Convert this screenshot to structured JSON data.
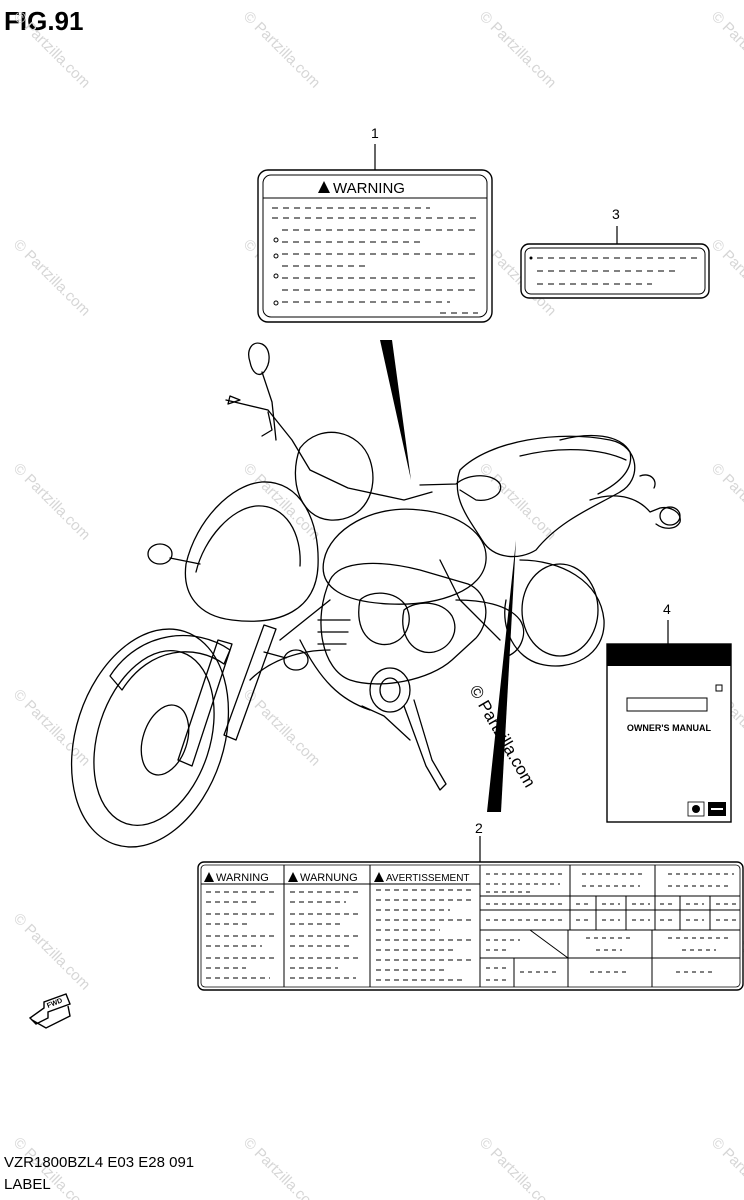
{
  "figure": {
    "title": "FIG.91",
    "code": "VZR1800BZL4  E03  E28  091",
    "caption": "LABEL"
  },
  "callouts": [
    "1",
    "2",
    "3",
    "4"
  ],
  "label1": {
    "heading": "WARNING"
  },
  "label2": {
    "headings": [
      "WARNING",
      "WARNUNG",
      "AVERTISSEMENT"
    ]
  },
  "label4": {
    "heading": "OWNER'S MANUAL"
  },
  "arrow": {
    "text": "FWD"
  },
  "watermark": {
    "text": "© Partzilla.com"
  }
}
